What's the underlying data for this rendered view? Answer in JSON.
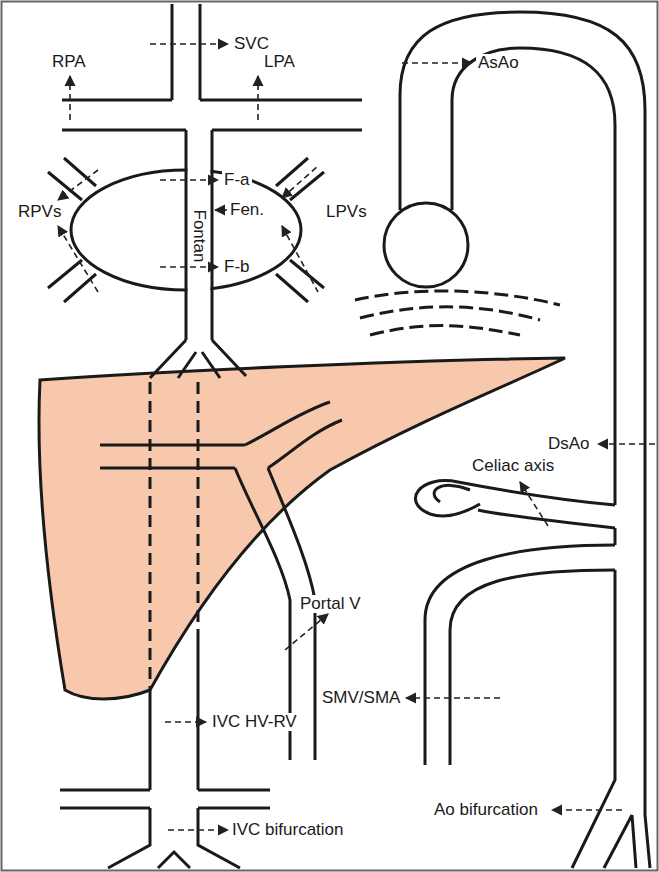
{
  "diagram": {
    "labels": [
      "SVC",
      "RPA",
      "LPA",
      "AsAo",
      "F-a",
      "Fontan",
      "Fen.",
      "RPVs",
      "LPVs",
      "F-b",
      "DsAo",
      "Celiac axis",
      "Portal V",
      "IVC HV-RV",
      "SMV/SMA",
      "Ao bifurcation",
      "IVC bifurcation"
    ]
  }
}
